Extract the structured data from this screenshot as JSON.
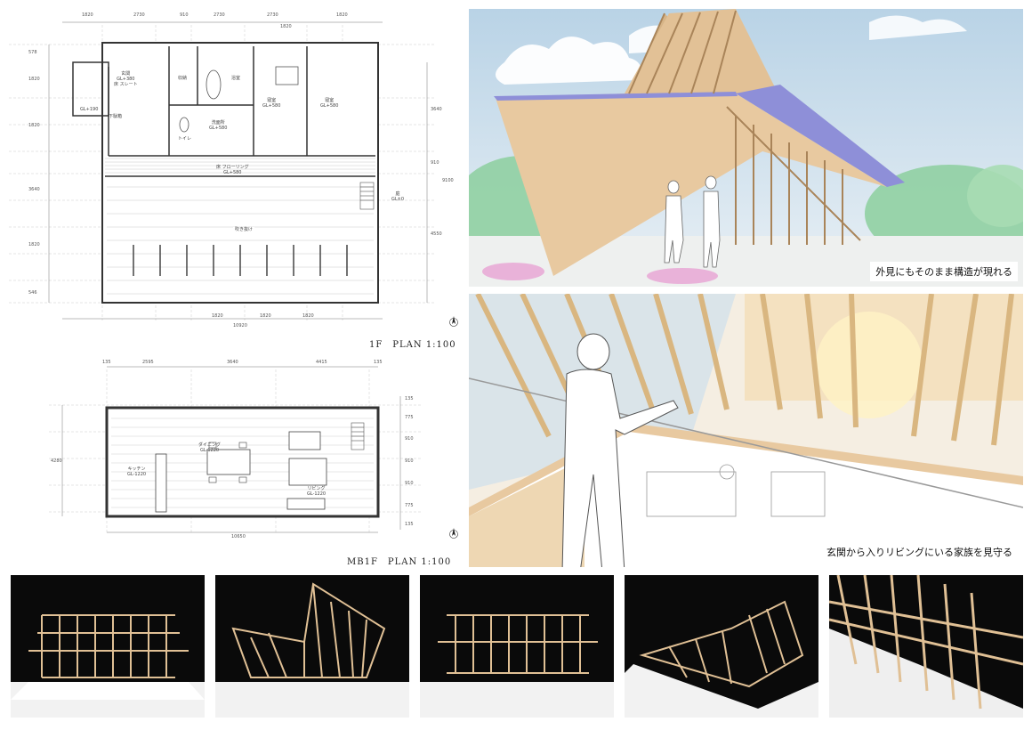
{
  "plan_1f": {
    "title": "1F　PLAN 1:100",
    "top_dims": [
      "1820",
      "2730",
      "910",
      "2730",
      "2730",
      "1820"
    ],
    "top_dim_sub": "1820",
    "bottom_dims": [
      "1820",
      "1820",
      "1820"
    ],
    "bottom_total": "10920",
    "left_dims": [
      "578",
      "1820",
      "1820",
      "3640",
      "1820",
      "546"
    ],
    "right_dims": [
      "3640",
      "910",
      "4550"
    ],
    "right_total": "9100",
    "rooms": {
      "entrance": "玄関\nGL+380\n床 スレート",
      "shoebox": "下駄箱",
      "gl190": "GL+190",
      "storage": "収納",
      "bath": "浴室",
      "washroom": "洗面所\nGL+580",
      "toilet": "トイレ",
      "bedroom1": "寝室\nGL+580",
      "bedroom2": "寝室\nGL+580",
      "corridor": "床 フローリング\nGL+580",
      "void": "吹き抜け",
      "garden": "庭\nGL±0"
    }
  },
  "plan_mb1f": {
    "title": "MB1F　PLAN 1:100",
    "top_dims": [
      "135",
      "2595",
      "3640",
      "4415",
      "135"
    ],
    "bottom_total": "10650",
    "left_total": "4280",
    "right_dims": [
      "135",
      "775",
      "910",
      "910",
      "910",
      "775",
      "135"
    ],
    "rooms": {
      "kitchen": "キッチン\nGL-1220",
      "dining": "ダイニング\nGL-1220",
      "living": "リビング\nGL-1220"
    }
  },
  "perspectives": {
    "exterior_caption": "外見にもそのまま構造が現れる",
    "interior_caption": "玄関から入りリビングにいる家族を見守る"
  },
  "colors": {
    "wood": "#e8c9a0",
    "wood_dark": "#c9a57a",
    "sky": "#cfe0ec",
    "roof_blue": "#8e8fd8",
    "tree": "#8ccf9e",
    "photo_bg": "#0a0a0a",
    "plinth": "#f2f2f2"
  }
}
